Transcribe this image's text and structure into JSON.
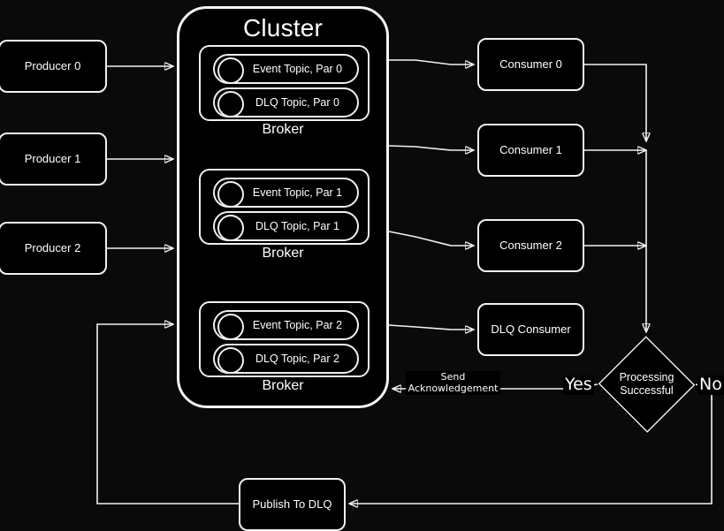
{
  "diagram": {
    "title": "Cluster",
    "background_color": "#0a0a0a",
    "stroke_color": "#f2f2f2",
    "text_color": "#ffffff"
  },
  "producers": [
    {
      "label": "Producer 0"
    },
    {
      "label": "Producer 1"
    },
    {
      "label": "Producer 2"
    }
  ],
  "cluster": {
    "title": "Cluster",
    "brokers": [
      {
        "label": "Broker",
        "topics": [
          {
            "label": "Event Topic, Par 0"
          },
          {
            "label": "DLQ Topic, Par 0"
          }
        ]
      },
      {
        "label": "Broker",
        "topics": [
          {
            "label": "Event Topic, Par 1"
          },
          {
            "label": "DLQ Topic, Par 1"
          }
        ]
      },
      {
        "label": "Broker",
        "topics": [
          {
            "label": "Event Topic, Par 2"
          },
          {
            "label": "DLQ Topic, Par 2"
          }
        ]
      }
    ]
  },
  "consumers": [
    {
      "label": "Consumer 0"
    },
    {
      "label": "Consumer 1"
    },
    {
      "label": "Consumer 2"
    }
  ],
  "dlq_consumer": {
    "label": "DLQ Consumer"
  },
  "decision": {
    "label": "Processing\nSuccessful",
    "line1": "Processing",
    "line2": "Successful",
    "yes_label": "Yes",
    "no_label": "No"
  },
  "publish_to_dlq": {
    "label": "Publish To DLQ"
  },
  "edge_labels": {
    "acknowledgement": "Send\nAcknowledgement"
  }
}
